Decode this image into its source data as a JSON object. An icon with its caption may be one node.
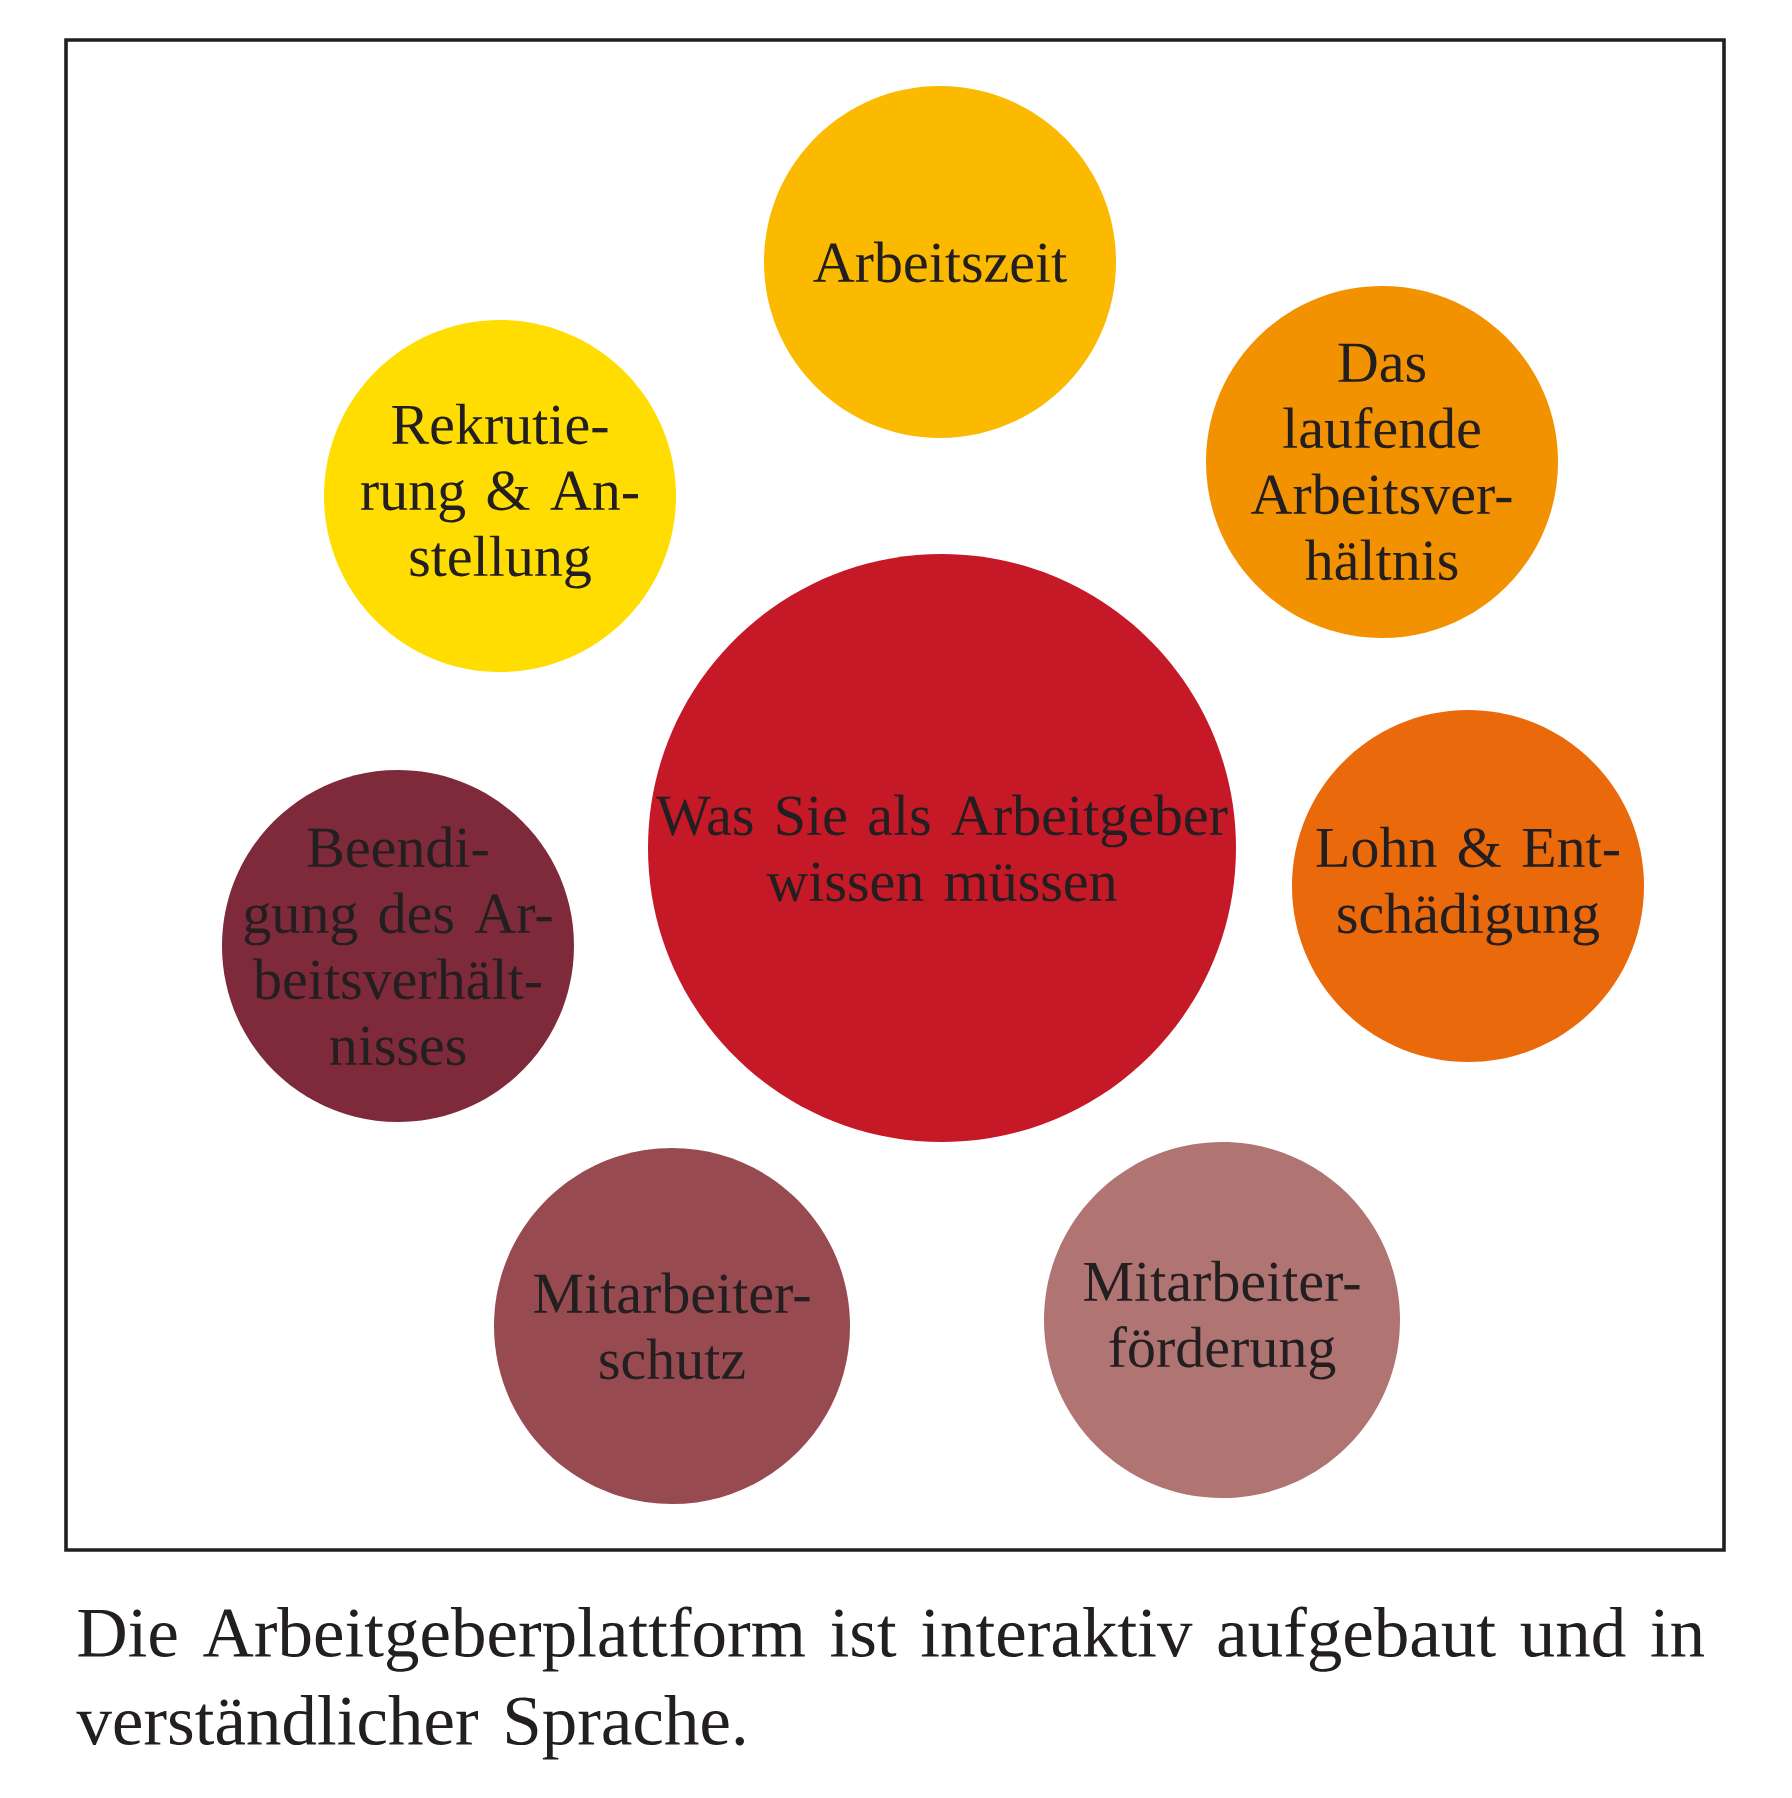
{
  "diagram": {
    "nodes": [
      {
        "text": [
          "Arbeitszeit"
        ]
      },
      {
        "text": [
          "Rekrutie- rung & An- stellung"
        ]
      },
      {
        "text": [
          "Das laufende Arbeitsver- hältnis"
        ]
      },
      {
        "text": [
          "Beendi- gung des Ar- beitsverhält- nisses"
        ]
      },
      {
        "text": [
          "Was Sie als Arbeitgeber wissen müssen"
        ]
      },
      {
        "text": [
          "Lohn & Ent- schädigung"
        ]
      },
      {
        "text": [
          "Mitarbeiter- schutz"
        ]
      },
      {
        "text": [
          "Mitarbeiter- förderung"
        ]
      }
    ],
    "caption": "Die Arbeitgeberplattform ist interaktiv aufgebaut und in verständlicher Sprache."
  }
}
